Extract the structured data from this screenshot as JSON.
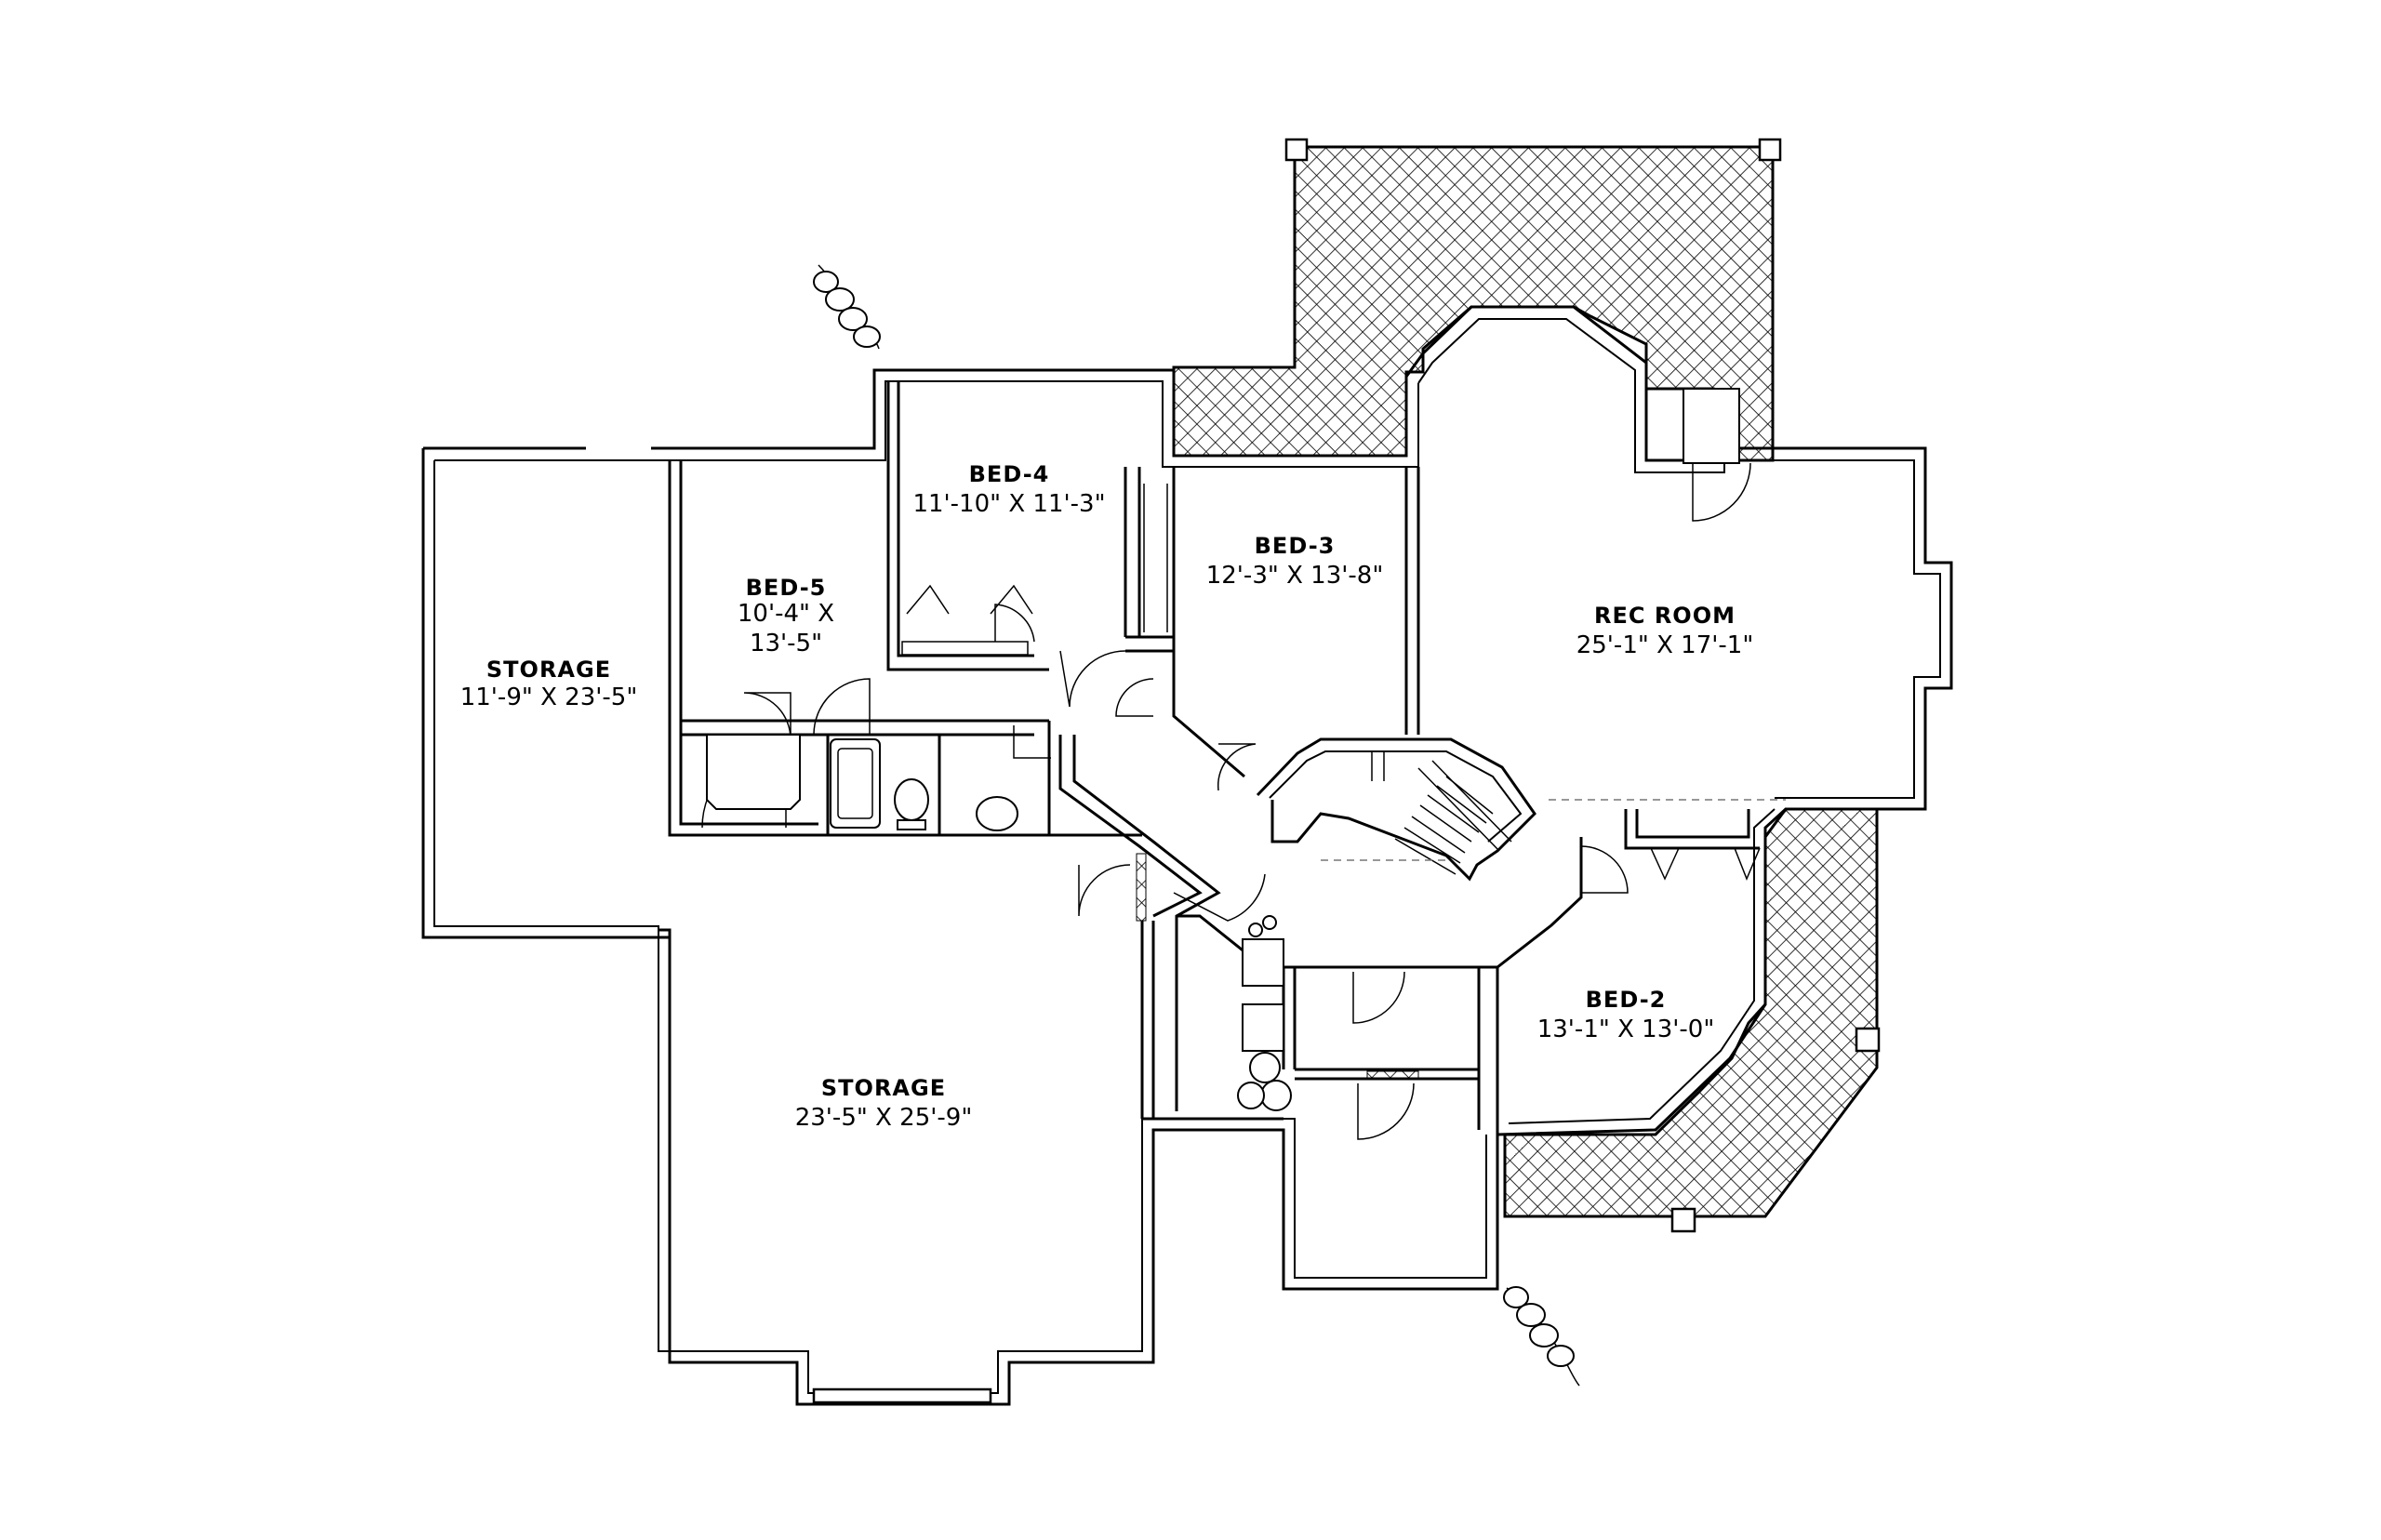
{
  "rooms": [
    {
      "name": "BED-4",
      "dims": [
        "11'-10\" X 11'-3\""
      ]
    },
    {
      "name": "BED-3",
      "dims": [
        "12'-3\" X 13'-8\""
      ]
    },
    {
      "name": "REC ROOM",
      "dims": [
        "25'-1\" X 17'-1\""
      ]
    },
    {
      "name": "BED-5",
      "dims": [
        "10'-4\" X",
        "13'-5\""
      ]
    },
    {
      "name": "STORAGE",
      "dims": [
        "11'-9\" X 23'-5\""
      ]
    },
    {
      "name": "STORAGE",
      "dims": [
        "23'-5\" X 25'-9\""
      ]
    },
    {
      "name": "BED-2",
      "dims": [
        "13'-1\" X 13'-0\""
      ]
    }
  ],
  "legend": {
    "patio_fill": "crosshatch",
    "icons": [
      "landscape-rocks-icon",
      "door-swing-icon",
      "staircase-icon",
      "bathtub-icon",
      "toilet-icon",
      "sink-icon",
      "water-heater-icon",
      "furnace-icon"
    ]
  },
  "colors": {
    "line": "#000000",
    "background": "#ffffff",
    "hidden_line": "#777777"
  }
}
